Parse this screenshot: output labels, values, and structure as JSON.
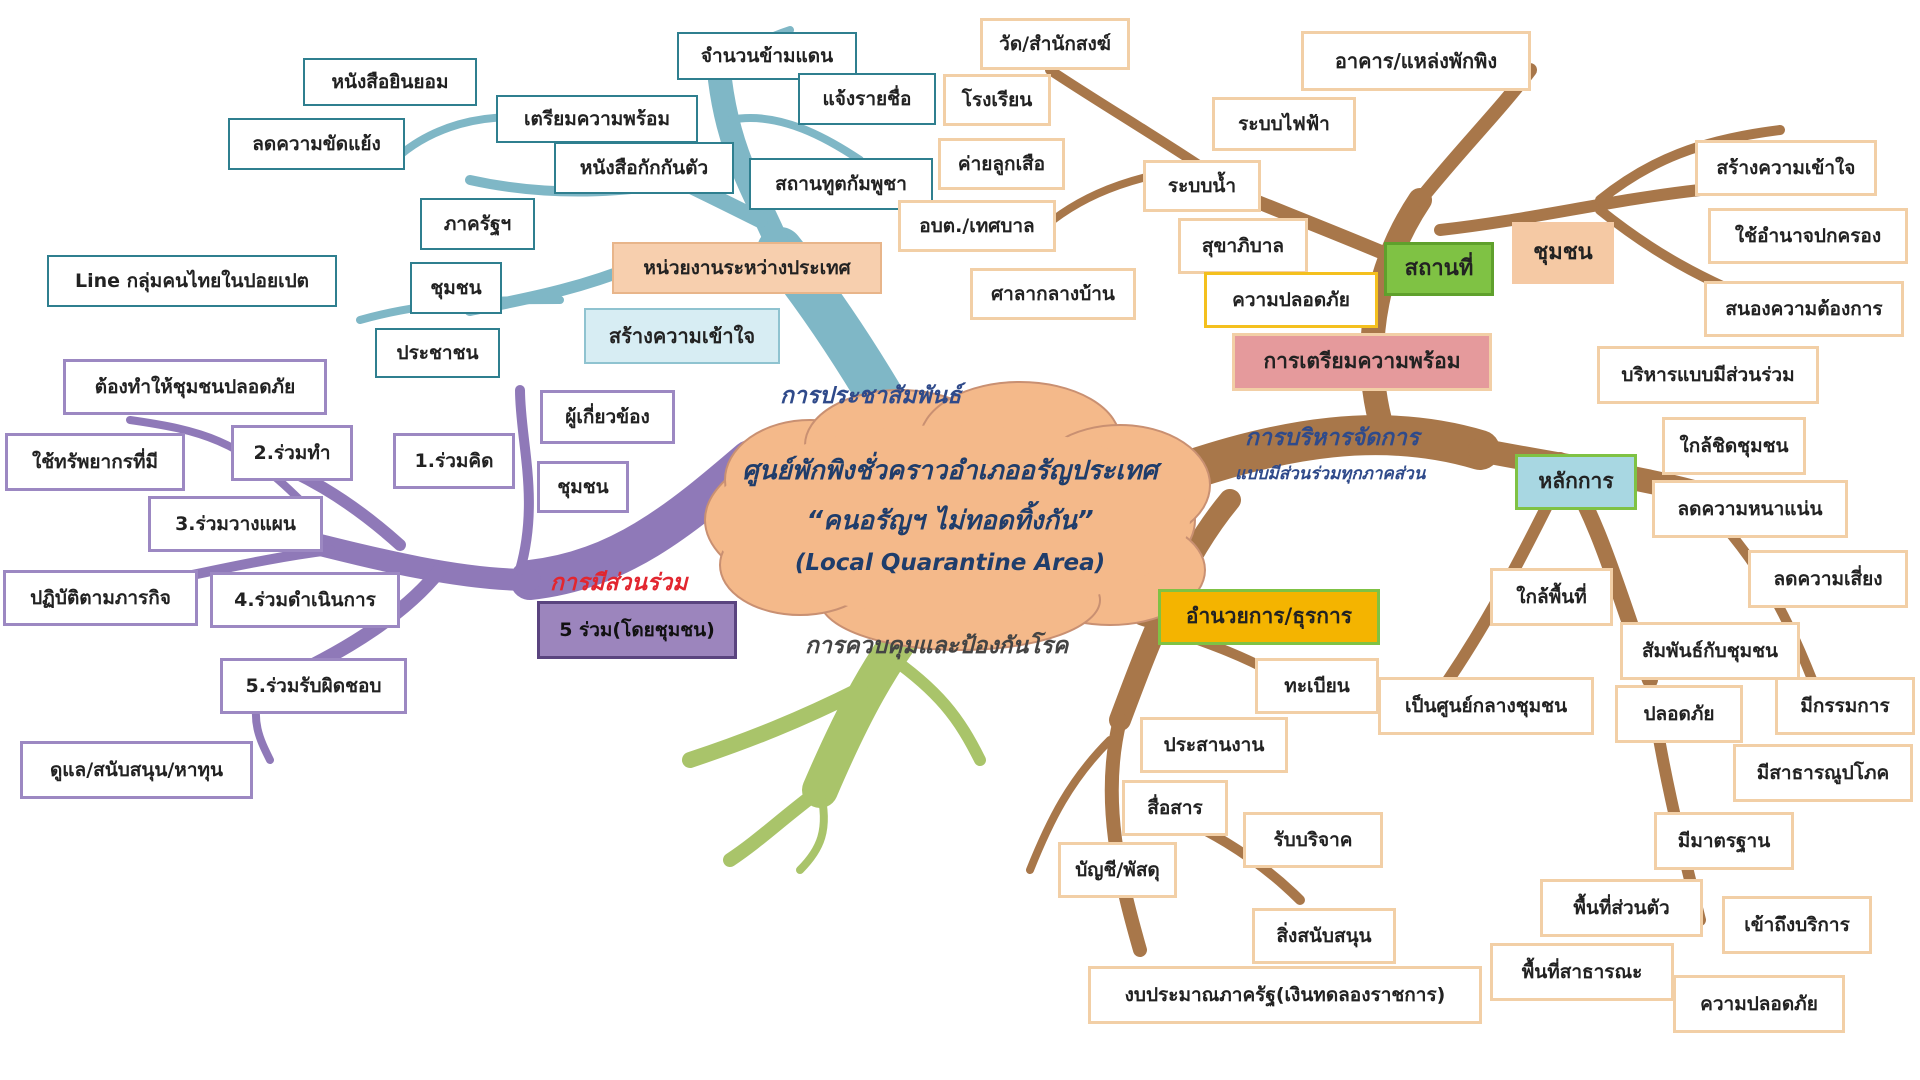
{
  "center": {
    "line1": "ศูนย์พักพิงชั่วคราวอำเภออรัญประเทศ",
    "line2": "“คนอรัญฯ ไม่ทอดทิ้งกัน”",
    "line3": "(Local Quarantine Area)"
  },
  "branches": {
    "public_relations": "การประชาสัมพันธ์",
    "management": "การบริหารจัดการ",
    "management_sub": "แบบมีส่วนร่วมทุกภาคส่วน",
    "participation": "การมีส่วนร่วม",
    "disease_control": "การควบคุมและป้องกันโรค"
  },
  "nodes": {
    "teal": [
      "หนังสือยินยอม",
      "ลดความขัดแย้ง",
      "เตรียมความพร้อม",
      "จำนวนข้ามแดน",
      "แจ้งรายชื่อ",
      "หนังสือกักกันตัว",
      "สถานทูตกัมพูชา",
      "ภาครัฐฯ",
      "Line กลุ่มคนไทยในปอยเปต",
      "ชุมชน",
      "ประชาชน",
      "หน่วยงานระหว่างประเทศ",
      "สร้างความเข้าใจ"
    ],
    "purple": [
      "ต้องทำให้ชุมชนปลอดภัย",
      "ผู้เกี่ยวข้อง",
      "ใช้ทรัพยากรที่มี",
      "2.ร่วมทำ",
      "1.ร่วมคิด",
      "ชุมชน",
      "3.ร่วมวางแผน",
      "ปฏิบัติตามภารกิจ",
      "4.ร่วมดำเนินการ",
      "5 ร่วม(โดยชุมชน)",
      "5.ร่วมรับผิดชอบ",
      "ดูแล/สนับสนุน/หาทุน"
    ],
    "place": [
      "วัด/สำนักสงฆ์",
      "อาคาร/แหล่งพักพิง",
      "โรงเรียน",
      "ระบบไฟฟ้า",
      "ค่ายลูกเสือ",
      "ระบบน้ำ",
      "อบต./เทศบาล",
      "สุขาภิบาล",
      "ศาลากลางบ้าน",
      "ความปลอดภัย",
      "สถานที่",
      "การเตรียมความพร้อม"
    ],
    "community": [
      "ชุมชน",
      "สร้างความเข้าใจ",
      "ใช้อำนาจปกครอง",
      "สนองความต้องการ",
      "บริหารแบบมีส่วนร่วม",
      "ใกล้ชิดชุมชน",
      "หลักการ",
      "ลดความหนาแน่น",
      "ลดความเสี่ยง",
      "ใกล้พื้นที่",
      "สัมพันธ์กับชุมชน",
      "เป็นศูนย์กลางชุมชน",
      "ปลอดภัย",
      "มีกรรมการ",
      "มีสาธารณูปโภค",
      "มีมาตรฐาน",
      "พื้นที่ส่วนตัว",
      "เข้าถึงบริการ",
      "พื้นที่สาธารณะ",
      "ความปลอดภัย"
    ],
    "admin": [
      "อำนวยการ/ธุรการ",
      "ทะเบียน",
      "ประสานงาน",
      "สื่อสาร",
      "รับบริจาค",
      "บัญชี/พัสดุ",
      "สิ่งสนับสนุน",
      "งบประมาณภาครัฐ(เงินทดลองราชการ)"
    ]
  },
  "colors": {
    "teal_branch": "#7fb7c6",
    "purple_branch": "#8f79b8",
    "brown_branch": "#a8774a",
    "green_branch": "#a9c46a",
    "cloud": "#f4b98a",
    "pr_label": "#2f4a8a",
    "participation_label": "#e2262f",
    "disease_label": "#444444",
    "place_box": "#7fc244",
    "prep_box": "#e59a9c",
    "principle_box": "#a8d7e2",
    "admin_box": "#f4b400",
    "community_box": "#f5c9a4",
    "intl_box": "#f7cfae",
    "understand_box": "#d7edf3",
    "five_box": "#9c85bd"
  }
}
